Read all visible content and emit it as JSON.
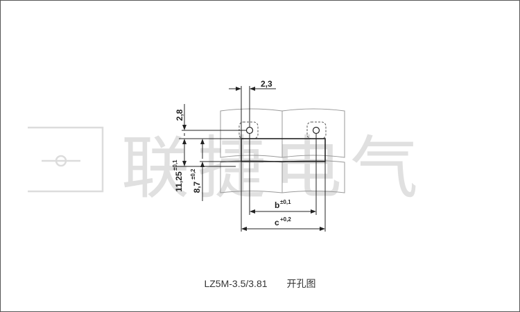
{
  "caption": {
    "model": "LZ5M-3.5/3.81",
    "title": "开孔图"
  },
  "dimensions": {
    "pitch_gap": "2,3",
    "top_offset": "2,8",
    "overall_height": "11,25",
    "overall_height_tol": "±0,1",
    "slot_height": "8,7",
    "slot_height_tol": "±0,2",
    "hole_distance": "b",
    "hole_distance_tol": "±0,1",
    "slot_width": "c",
    "slot_width_tol": "+0,2"
  },
  "watermark": {
    "text": "联捷电气",
    "color": "#dcdcdc"
  },
  "colors": {
    "line": "#222222",
    "frame": "#555555",
    "outline": "#999999"
  }
}
